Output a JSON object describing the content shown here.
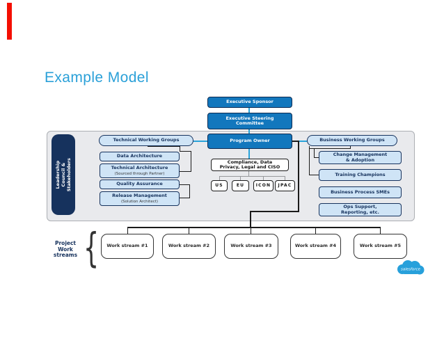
{
  "title": "Example Model",
  "colors": {
    "title_blue": "#2AA0D8",
    "node_blue": "#1277BD",
    "node_light_blue": "#CFE4F6",
    "navy": "#16325D",
    "panel_gray": "#E9EAED",
    "accent_red": "#F40F02",
    "connector_teal": "#29A3DA",
    "logo_blue": "#27A0DB"
  },
  "org": {
    "executive_sponsor": "Executive Sponsor",
    "executive_steering_committee": "Executive Steering Committee",
    "program_owner": "Program Owner",
    "leadership_council": "Leadership Council & Stakeholders"
  },
  "technical_working_groups": {
    "header": "Technical Working Groups",
    "items": [
      {
        "label": "Data Architecture"
      },
      {
        "label": "Technical Architecture",
        "sub": "(Sourced through Partner)"
      },
      {
        "label": "Quality Assurance"
      },
      {
        "label": "Release Management",
        "sub": "(Solution Architect)"
      }
    ]
  },
  "business_working_groups": {
    "header": "Business Working Groups",
    "items": [
      {
        "label": "Change Management & Adoption"
      },
      {
        "label": "Training Champions"
      },
      {
        "label": "Business Process SMEs"
      },
      {
        "label": "Ops Support, Reporting, etc."
      }
    ]
  },
  "compliance": {
    "header": "Compliance, Data Privacy, Legal and CISO",
    "regions": [
      "US",
      "EU",
      "ICON",
      "JPAC"
    ]
  },
  "workstreams": {
    "label_lines": [
      "Project",
      "Work",
      "streams"
    ],
    "items": [
      "Work stream #1",
      "Work stream #2",
      "Work stream #3",
      "Work stream #4",
      "Work stream #5"
    ]
  },
  "logo": {
    "label": "salesforce"
  }
}
